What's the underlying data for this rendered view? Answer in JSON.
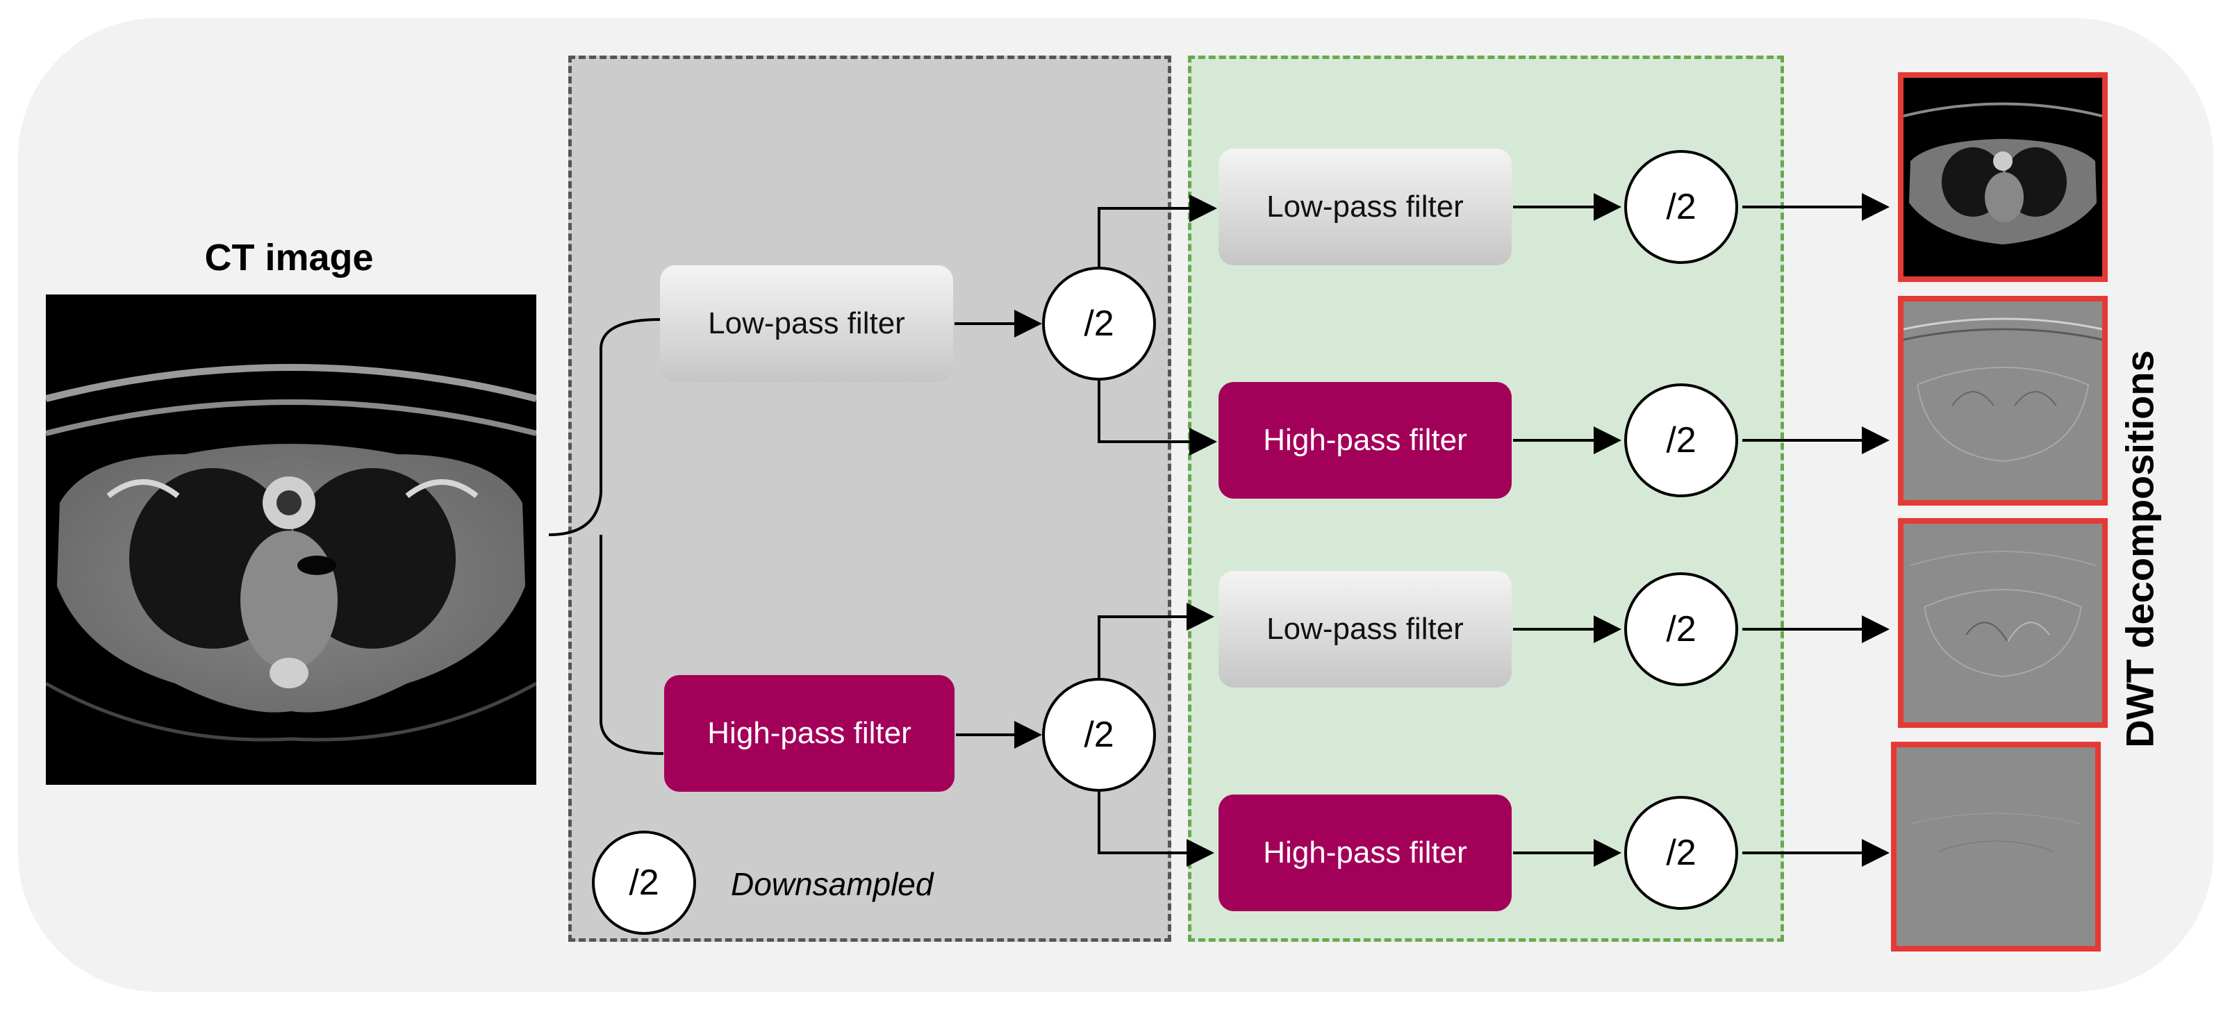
{
  "ct_image": {
    "title": "CT image"
  },
  "stage1": {
    "low_pass": "Low-pass filter",
    "high_pass": "High-pass filter",
    "downsample_low": "/2",
    "downsample_high": "/2"
  },
  "stage2": {
    "lp_from_low": "Low-pass filter",
    "hp_from_low": "High-pass filter",
    "lp_from_high": "Low-pass filter",
    "hp_from_high": "High-pass filter",
    "downsample": [
      "/2",
      "/2",
      "/2",
      "/2"
    ]
  },
  "legend": {
    "symbol": "/2",
    "text": "Downsampled"
  },
  "outputs": {
    "title": "DWT decompositions",
    "count": 4
  },
  "colors": {
    "high_pass": "#a3005a",
    "low_pass_gradient": [
      "#f4f4f4",
      "#c6c6c6"
    ],
    "output_border": "#e53935",
    "gray_region": "#cccccc",
    "green_region": "#d6e9d6"
  }
}
